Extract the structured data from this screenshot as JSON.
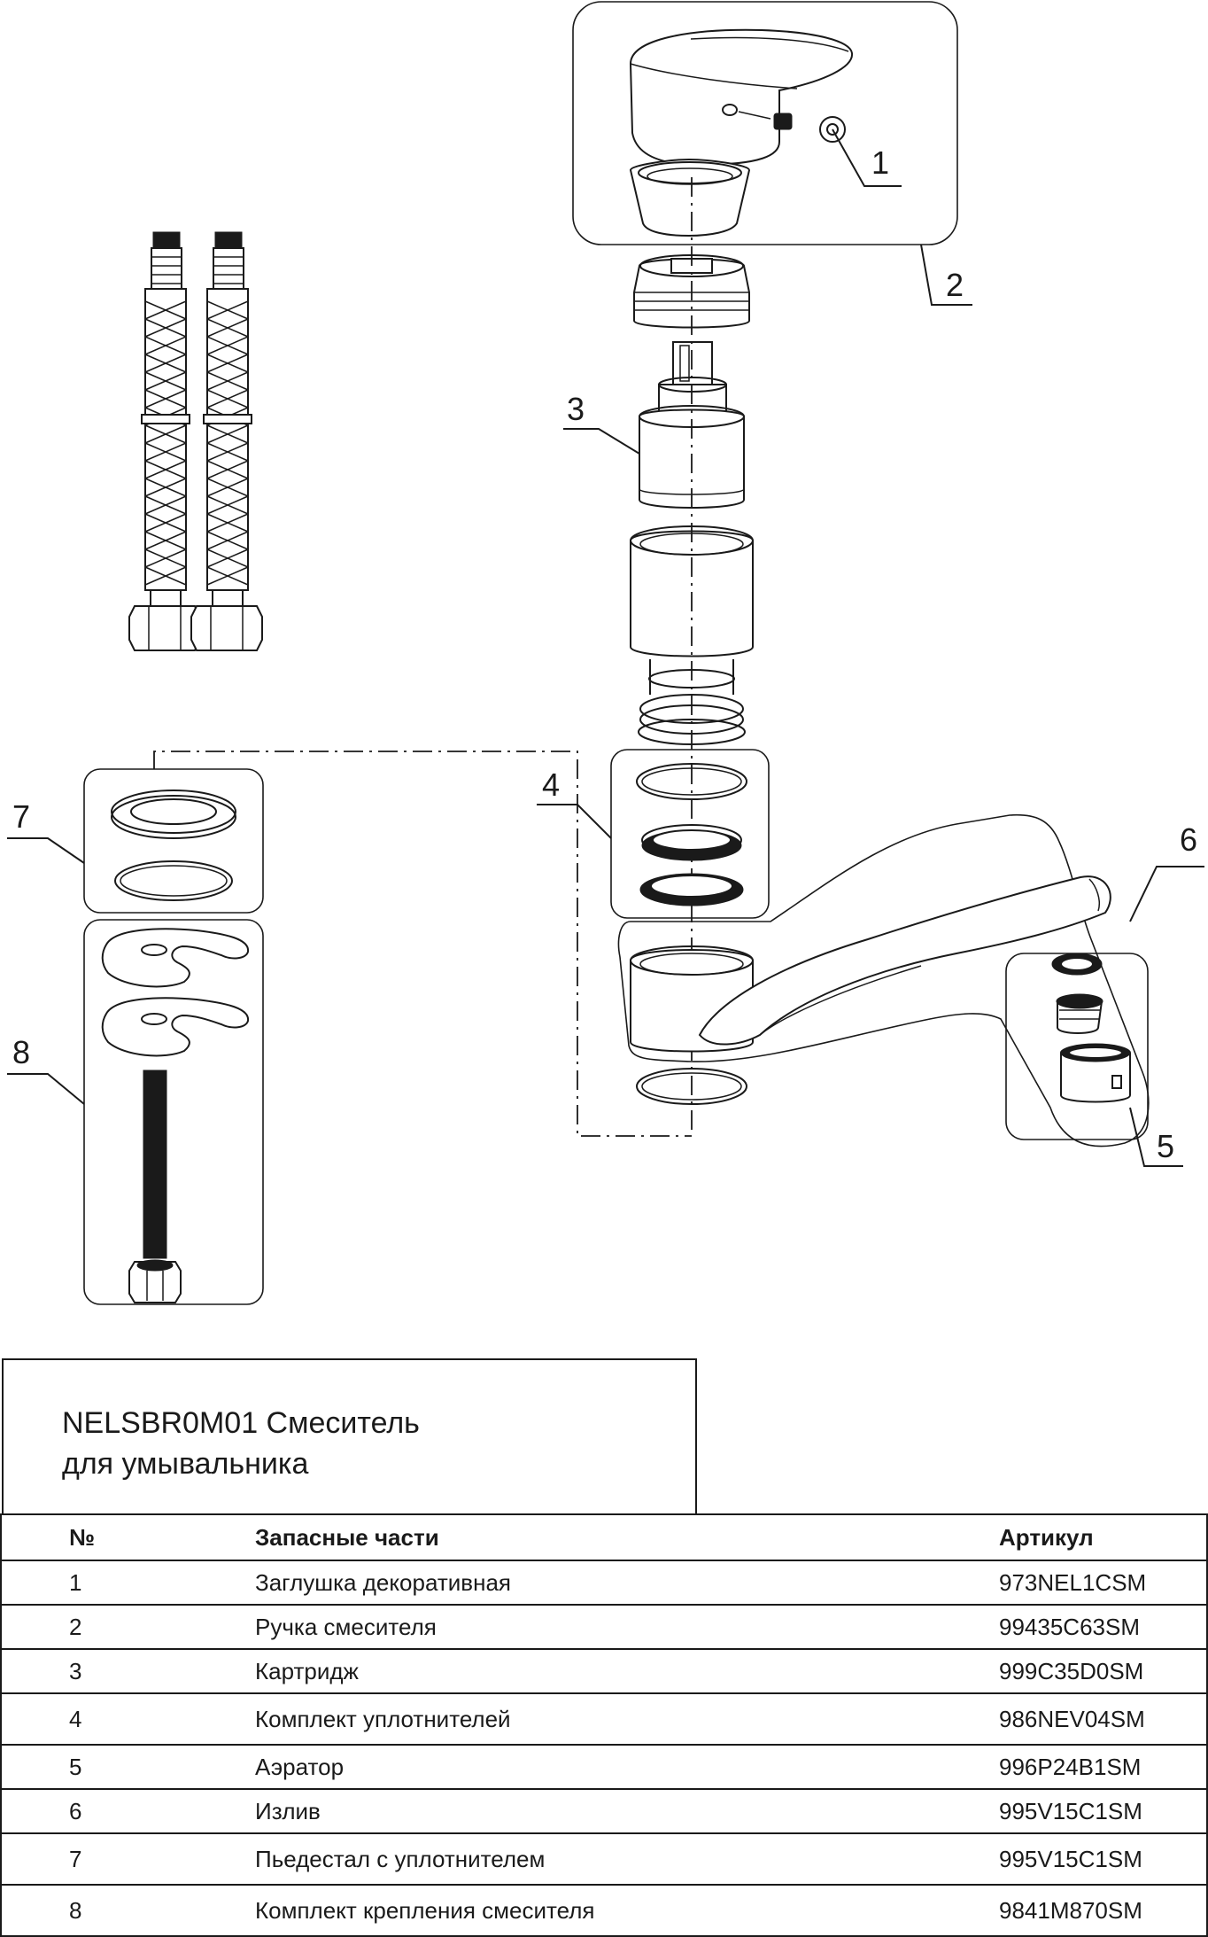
{
  "diagram": {
    "callouts": [
      "1",
      "2",
      "3",
      "4",
      "5",
      "6",
      "7",
      "8"
    ]
  },
  "product": {
    "title_line1": "NELSBR0M01 Смеситель",
    "title_line2": "для умывальника"
  },
  "parts_table": {
    "headers": {
      "number": "№",
      "name": "Запасные части",
      "article": "Артикул"
    },
    "rows": [
      {
        "number": "1",
        "name": "Заглушка декоративная",
        "article": "973NEL1CSM"
      },
      {
        "number": "2",
        "name": "Ручка смесителя",
        "article": "99435C63SM"
      },
      {
        "number": "3",
        "name": "Картридж",
        "article": "999C35D0SM"
      },
      {
        "number": "4",
        "name": "Комплект уплотнителей",
        "article": "986NEV04SM"
      },
      {
        "number": "5",
        "name": "Аэратор",
        "article": "996P24B1SM"
      },
      {
        "number": "6",
        "name": "Излив",
        "article": "995V15C1SM"
      },
      {
        "number": "7",
        "name": "Пьедестал с уплотнителем",
        "article": "995V15C1SM"
      },
      {
        "number": "8",
        "name": "Комплект крепления смесителя",
        "article": "9841M870SM"
      }
    ]
  }
}
